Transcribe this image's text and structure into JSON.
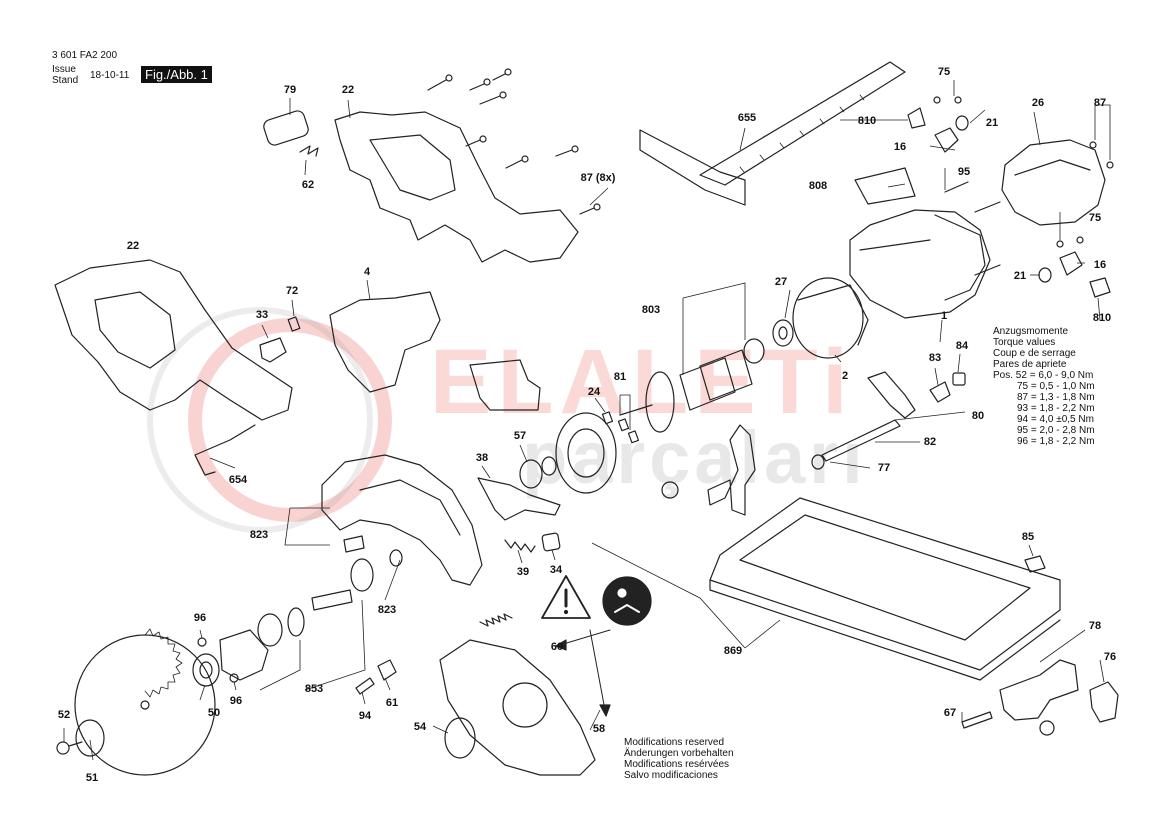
{
  "header": {
    "part_number": "3 601 FA2 200",
    "issue_label_en": "Issue",
    "issue_label_de": "Stand",
    "issue_date": "18-10-11",
    "figure": "Fig./Abb. 1"
  },
  "watermark": {
    "brand": "ELALETi",
    "subtitle": "parçaları",
    "accent_color": "#e85046"
  },
  "part_labels": {
    "p79": "79",
    "p22a": "22",
    "p62": "62",
    "p87x8": "87 (8x)",
    "p655": "655",
    "p75a": "75",
    "p810a": "810",
    "p21a": "21",
    "p26": "26",
    "p87b": "87",
    "p16a": "16",
    "p808": "808",
    "p95": "95",
    "p75b": "75",
    "p21b": "21",
    "p16b": "16",
    "p810b": "810",
    "p22b": "22",
    "p4": "4",
    "p72": "72",
    "p33": "33",
    "p803": "803",
    "p27": "27",
    "p1": "1",
    "p2": "2",
    "p83": "83",
    "p84": "84",
    "p81": "81",
    "p24": "24",
    "p80": "80",
    "p57": "57",
    "p82": "82",
    "p77": "77",
    "p654": "654",
    "p38": "38",
    "p823a": "823",
    "p39": "39",
    "p34": "34",
    "p823b": "823",
    "p96a": "96",
    "p85": "85",
    "p60": "60",
    "p869": "869",
    "p78": "78",
    "p76": "76",
    "p50": "50",
    "p96b": "96",
    "p853": "853",
    "p94": "94",
    "p61": "61",
    "p52": "52",
    "p54": "54",
    "p58": "58",
    "p67": "67",
    "p51": "51"
  },
  "torque": {
    "titles": [
      "Anzugsmomente",
      "Torque values",
      "Coup e de serrage",
      "Pares de apriete"
    ],
    "pos_label": "Pos.",
    "rows": [
      {
        "pos": "52",
        "value": "6,0 - 9,0 Nm"
      },
      {
        "pos": "75",
        "value": "0,5 - 1,0 Nm"
      },
      {
        "pos": "87",
        "value": "1,3 - 1,8 Nm"
      },
      {
        "pos": "93",
        "value": "1,8 - 2,2 Nm"
      },
      {
        "pos": "94",
        "value": "4,0 ±0,5 Nm"
      },
      {
        "pos": "95",
        "value": "2,0 - 2,8 Nm"
      },
      {
        "pos": "96",
        "value": "1,8 - 2,2 Nm"
      }
    ]
  },
  "modifications": [
    "Modifications reserved",
    "Änderungen vorbehalten",
    "Modifications resérvées",
    "Salvo modificaciones"
  ]
}
